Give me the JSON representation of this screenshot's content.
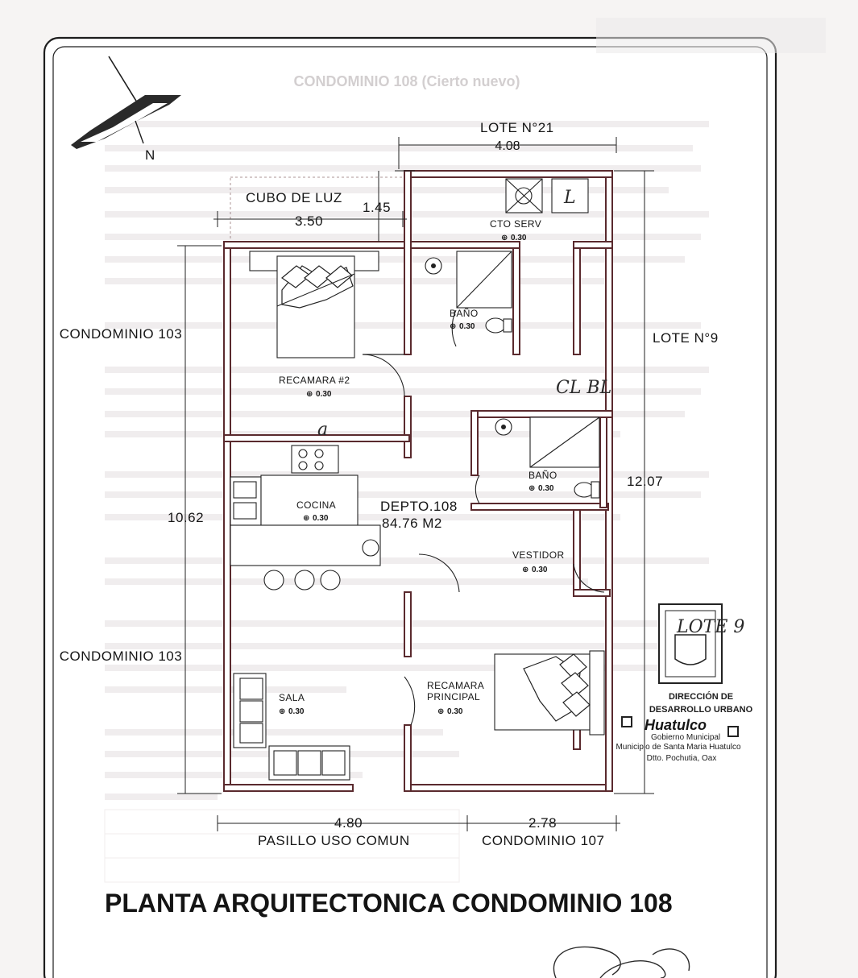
{
  "document": {
    "title": "PLANTA ARQUITECTONICA CONDOMINIO 108",
    "faded_heading": "CONDOMINIO 108 (Cierto nuevo)"
  },
  "plan": {
    "unit_name": "DEPTO.108",
    "unit_area": "84.76 M2",
    "neighbors": {
      "top": "LOTE N°21",
      "right": "LOTE N°9",
      "left_upper": "CONDOMINIO 103",
      "left_lower": "CONDOMINIO 103",
      "bottom_left": "PASILLO USO COMUN",
      "bottom_right": "CONDOMINIO 107",
      "light_well": "CUBO DE LUZ"
    },
    "rooms": [
      {
        "name": "CTO SERV",
        "level": "0.30"
      },
      {
        "name": "BAÑO",
        "level": "0.30"
      },
      {
        "name": "RECAMARA #2",
        "level": "0.30"
      },
      {
        "name": "COCINA",
        "level": "0.30"
      },
      {
        "name": "BAÑO",
        "level": "0.30"
      },
      {
        "name": "VESTIDOR",
        "level": "0.30"
      },
      {
        "name": "SALA",
        "level": "0.30"
      },
      {
        "name": "RECAMARA",
        "name2": "PRINCIPAL",
        "level": "0.30"
      }
    ],
    "dimensions": {
      "top": "4.08",
      "light_well_width": "3.50",
      "light_well_depth": "1.45",
      "left_height": "10.62",
      "right_height": "12.07",
      "bottom_left": "4.80",
      "bottom_right": "2.78"
    },
    "handwritten": {
      "closet": "CL BL",
      "note": "a",
      "lavadero": "L"
    },
    "north_label": "N"
  },
  "stamp": {
    "line1": "DIRECCIÓN DE",
    "line2": "DESARROLLO URBANO",
    "brand": "Huatulco",
    "brand_sub": "Gobierno Municipal",
    "line3": "Municipio de Santa Maria Huatulco",
    "line4": "Dtto. Pochutia, Oax",
    "lote_mark": "LOTE 9"
  },
  "colors": {
    "wall": "#5a2a2e",
    "ink": "#161616",
    "paper": "#ffffff",
    "background": "#f6f4f3",
    "faded": "#d3cfd0"
  }
}
